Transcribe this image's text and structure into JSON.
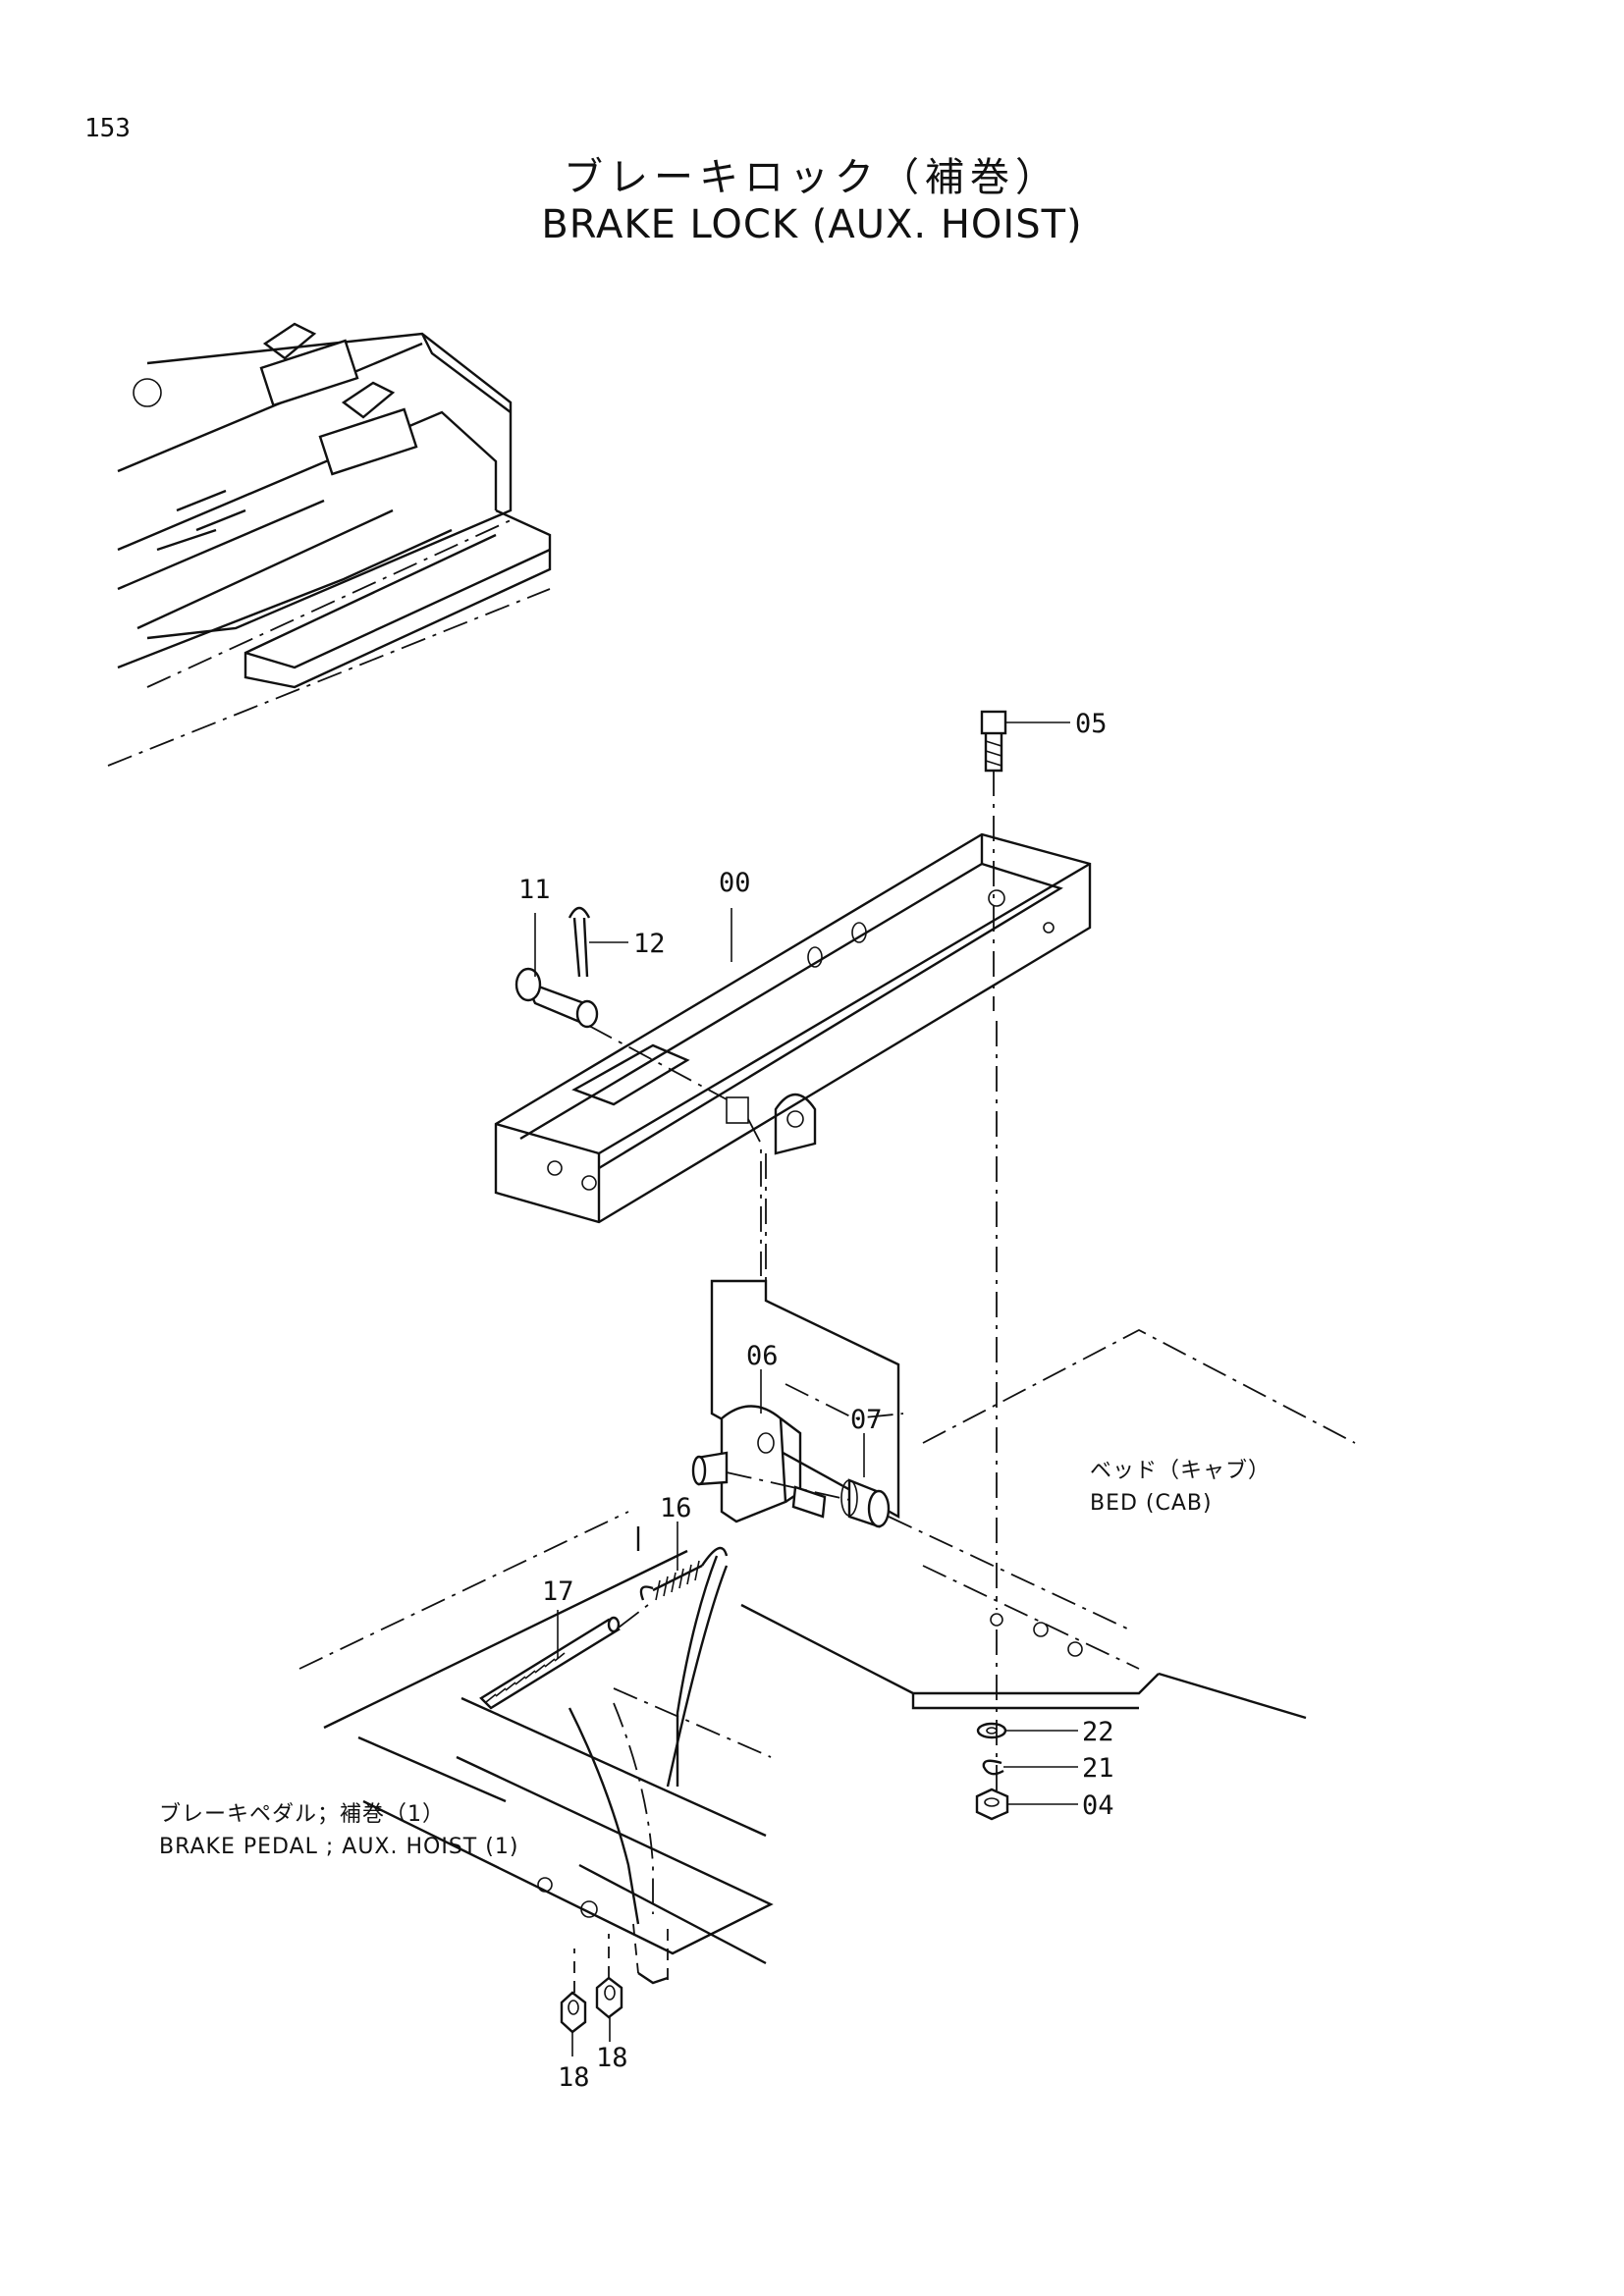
{
  "page_number": "153",
  "title_ja": "ブレーキロック（補巻）",
  "title_en": "BRAKE LOCK (AUX. HOIST)",
  "callouts": {
    "p00": "00",
    "p04": "04",
    "p05": "05",
    "p06": "06",
    "p07": "07",
    "p11": "11",
    "p12": "12",
    "p16": "16",
    "p17": "17",
    "p18a": "18",
    "p18b": "18",
    "p21": "21",
    "p22": "22"
  },
  "notes": {
    "bed_ja": "ベッド（キャブ）",
    "bed_en": "BED (CAB)",
    "pedal_ja": "ブレーキペダル；補巻（1）",
    "pedal_en": "BRAKE PEDAL ; AUX. HOIST (1)"
  }
}
